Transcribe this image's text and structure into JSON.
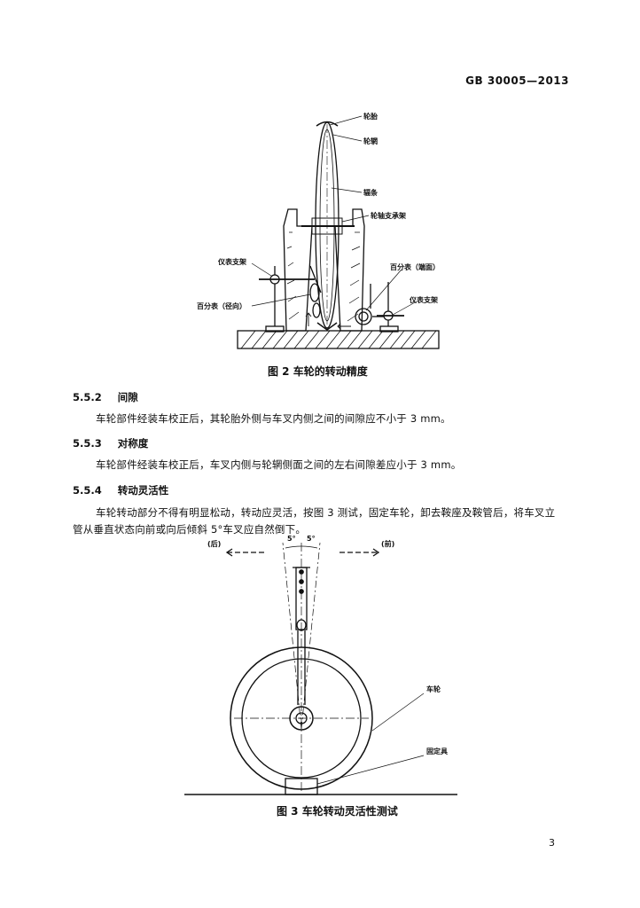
{
  "header": {
    "standard_no": "GB 30005—2013"
  },
  "figure2": {
    "caption": "图 2   车轮的转动精度",
    "labels": {
      "tire": "轮胎",
      "rim": "轮辋",
      "spoke": "辐条",
      "axle_support": "轮轴支承架",
      "gauge_stand_left": "仪表支架",
      "dial_radial": "百分表（径向）",
      "dial_end": "百分表（端面）",
      "gauge_stand_right": "仪表支架"
    }
  },
  "sections": [
    {
      "number": "5.5.2",
      "title": "间隙",
      "text": "车轮部件经装车校正后，其轮胎外侧与车叉内侧之间的间隙应不小于 3 mm。"
    },
    {
      "number": "5.5.3",
      "title": "对称度",
      "text": "车轮部件经装车校正后，车叉内侧与轮辋侧面之间的左右间隙差应小于 3 mm。"
    },
    {
      "number": "5.5.4",
      "title": "转动灵活性",
      "text_line1": "车轮转动部分不得有明显松动，转动应灵活，按图 3 测试，固定车轮，卸去鞍座及鞍管后，将车叉立",
      "text_line2": "管从垂直状态向前或向后倾斜 5°车叉应自然倒下。"
    }
  ],
  "figure3": {
    "caption": "图 3   车轮转动灵活性测试",
    "labels": {
      "back": "(后)",
      "front": "(前)",
      "angle_left": "5°",
      "angle_right": "5°",
      "wheel": "车轮",
      "fixture": "固定具"
    }
  },
  "page_number": "3"
}
